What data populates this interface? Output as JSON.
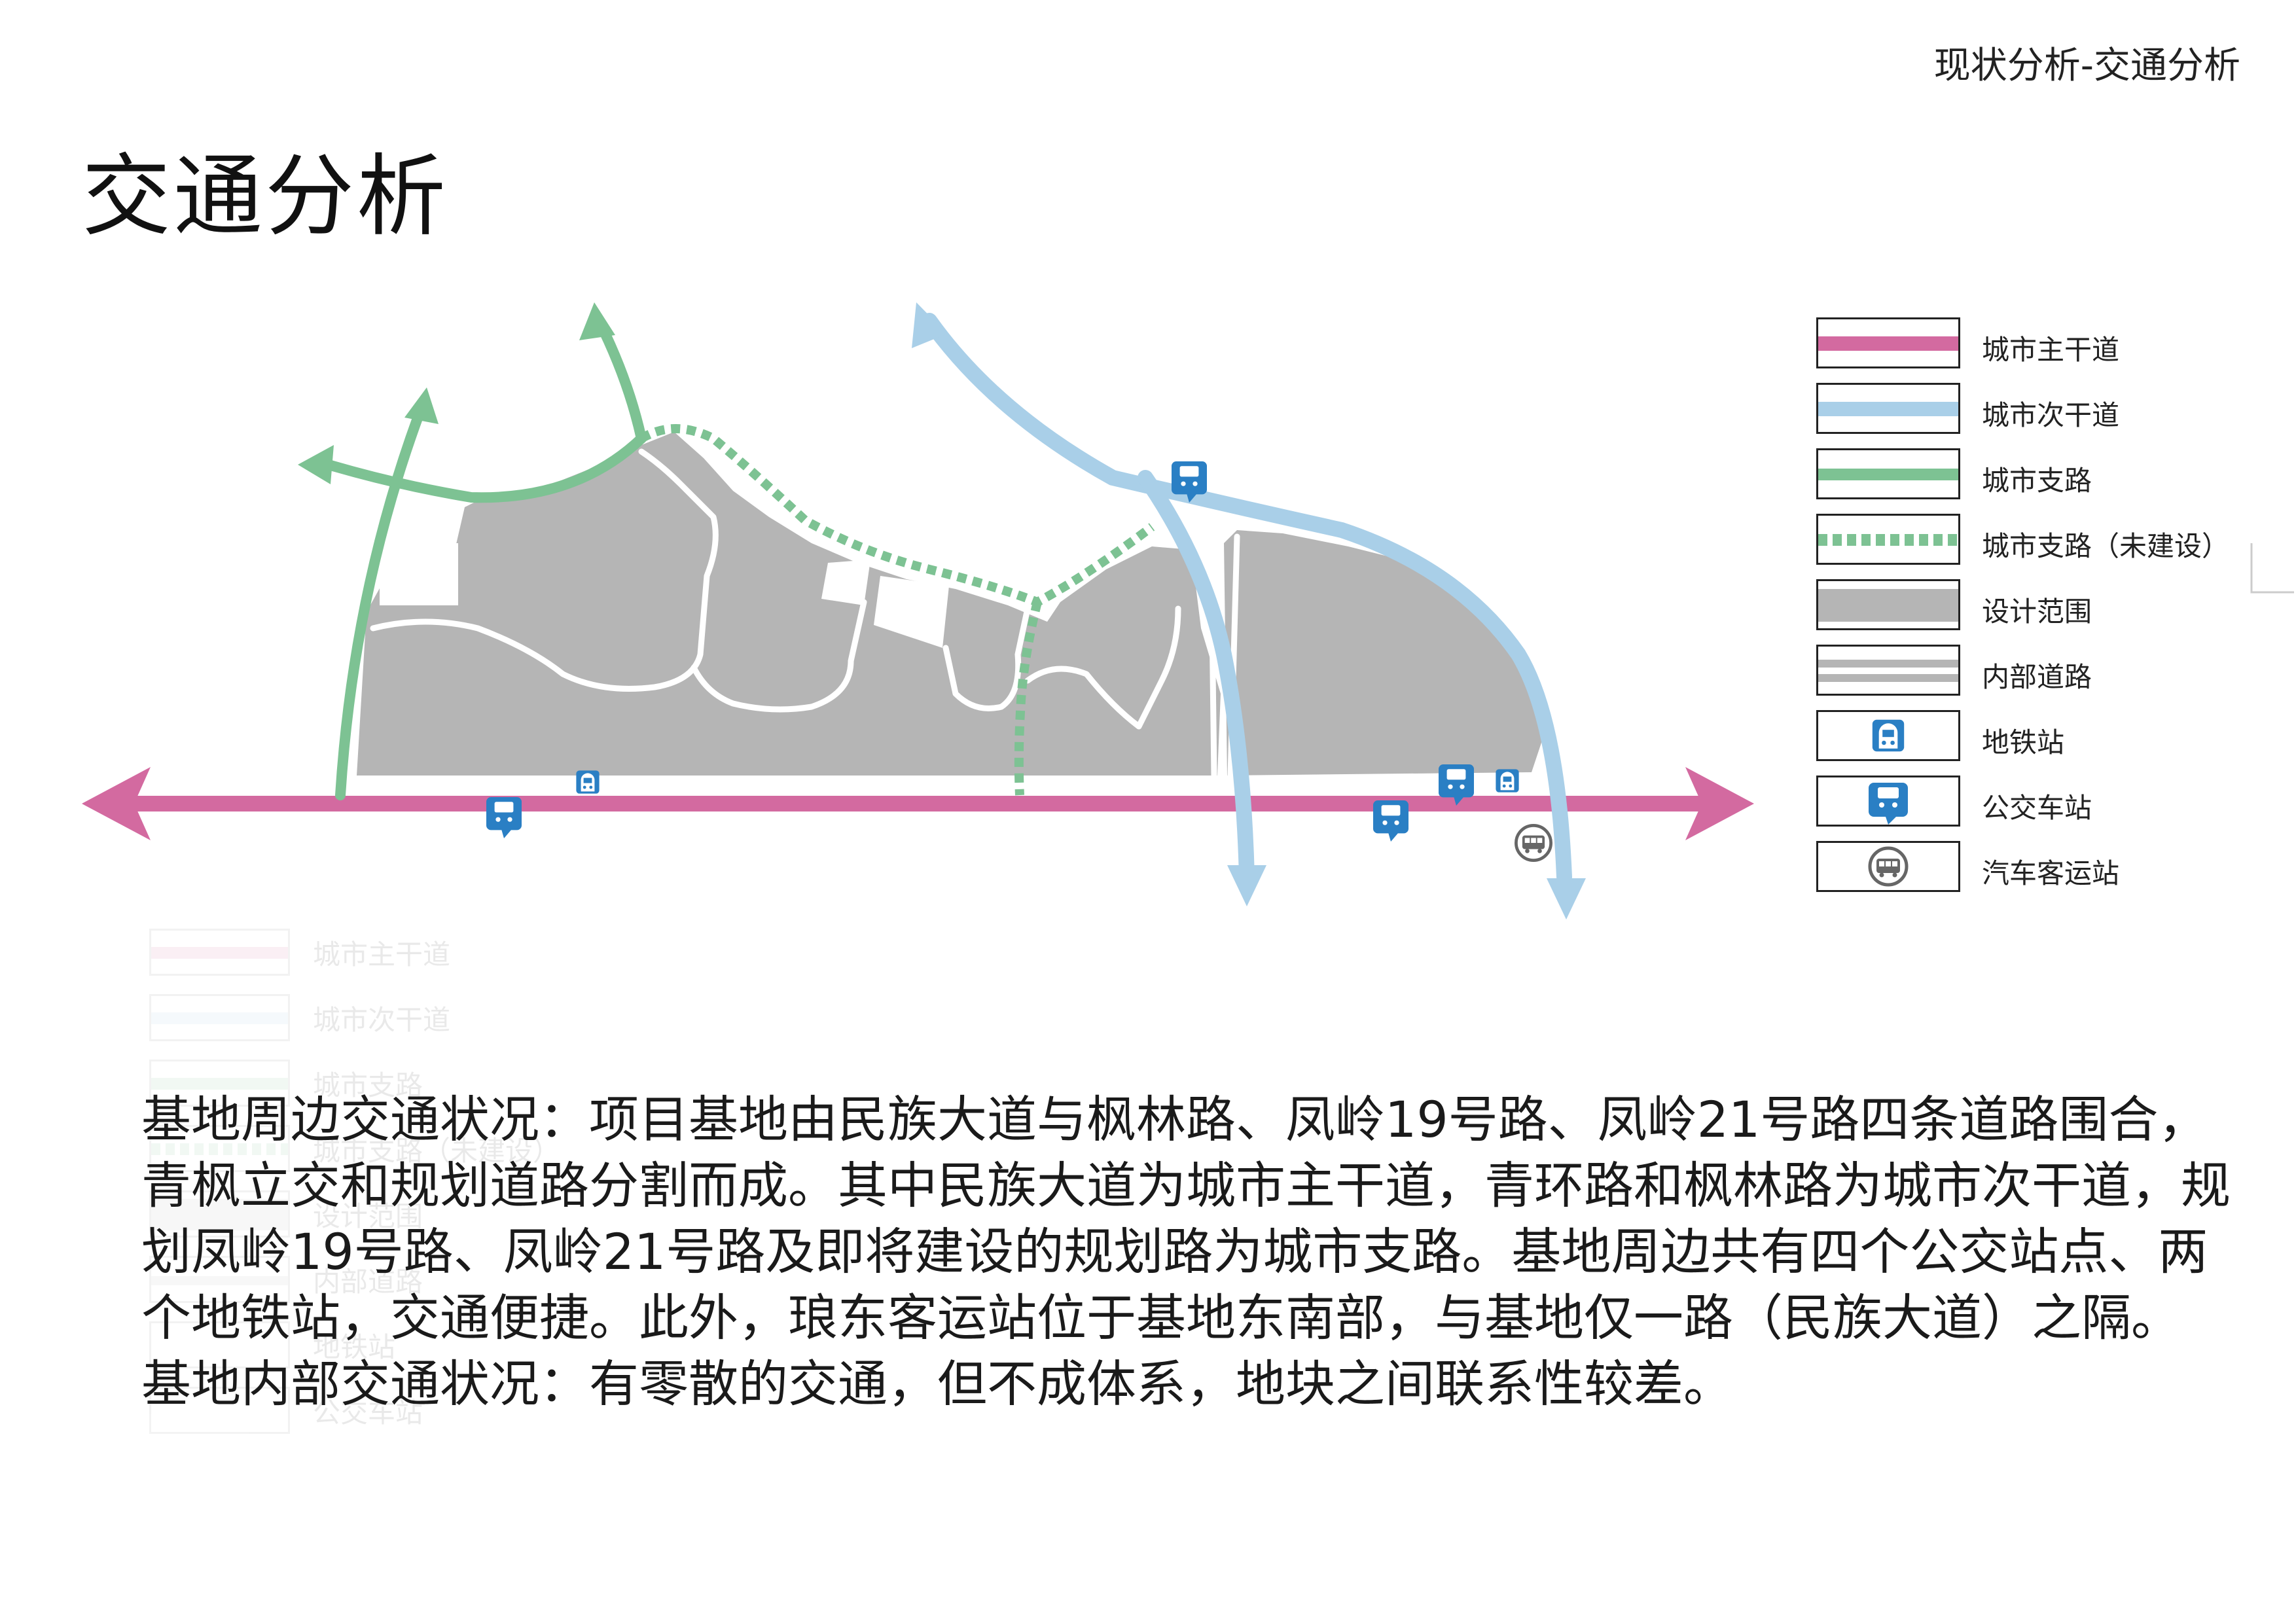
{
  "header": {
    "breadcrumb": "现状分析-交通分析",
    "title": "交通分析"
  },
  "colors": {
    "primary_road": "#d36aa0",
    "secondary_road": "#a9cfe8",
    "branch_road": "#7dc293",
    "design_area": "#b5b5b5",
    "station_icon": "#2a7fc4"
  },
  "legend": {
    "items": [
      {
        "label": "城市主干道",
        "style": "primary-road"
      },
      {
        "label": "城市次干道",
        "style": "secondary-road"
      },
      {
        "label": "城市支路",
        "style": "branch-road"
      },
      {
        "label": "城市支路（未建设）",
        "style": "branch-road-planned"
      },
      {
        "label": "设计范围",
        "style": "design-area"
      },
      {
        "label": "内部道路",
        "style": "internal-road"
      },
      {
        "label": "地铁站",
        "style": "metro-icon"
      },
      {
        "label": "公交车站",
        "style": "bus-stop-icon"
      },
      {
        "label": "汽车客运站",
        "style": "coach-station-icon"
      }
    ]
  },
  "ghost_legend": {
    "items": [
      "城市主干道",
      "城市次干道",
      "城市支路",
      "城市支路（未建设）",
      "设计范围",
      "内部道路",
      "地铁站",
      "公交车站"
    ]
  },
  "description": {
    "paragraph1": "基地周边交通状况：项目基地由民族大道与枫林路、凤岭19号路、凤岭21号路四条道路围合，青枫立交和规划道路分割而成。其中民族大道为城市主干道，青环路和枫林路为城市次干道，规划凤岭19号路、凤岭21号路及即将建设的规划路为城市支路。基地周边共有四个公交站点、两个地铁站，交通便捷。此外，琅东客运站位于基地东南部，与基地仅一路（民族大道）之隔。",
    "paragraph2": "基地内部交通状况：有零散的交通，但不成体系，地块之间联系性较差。"
  }
}
